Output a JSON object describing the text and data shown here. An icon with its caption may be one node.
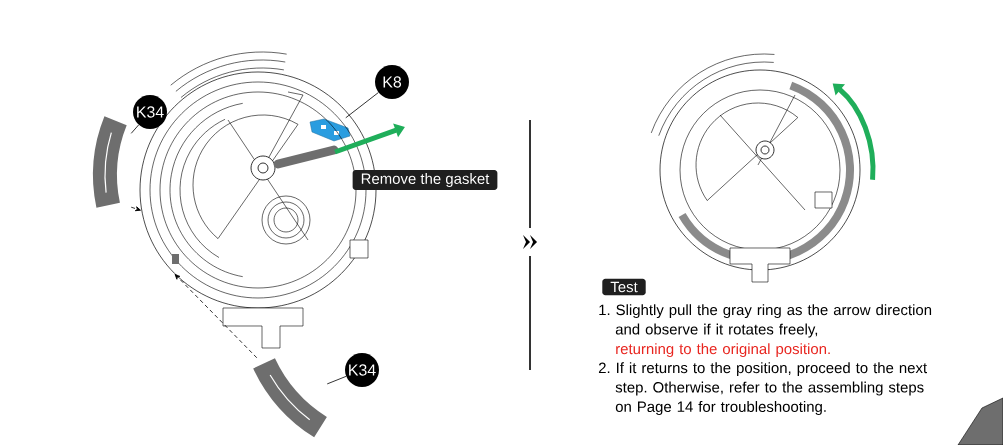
{
  "diagram": {
    "nodes": [
      {
        "text": [
          "K34"
        ]
      },
      {
        "text": [],
        "shape": "picture"
      },
      {
        "text": [
          "K8"
        ]
      },
      {
        "text": [],
        "shape": "picture",
        "in": 6
      },
      {
        "text": [
          "K34"
        ]
      },
      {
        "text": [],
        "shape": "picture"
      },
      {
        "text": [],
        "shape": "picture"
      },
      {
        "text": [
          "Remove the gasket"
        ]
      },
      {
        "text": [],
        "shape": "picture"
      },
      {
        "text": [
          "Test"
        ]
      }
    ],
    "edges": [
      {
        "from": 0,
        "to": 1,
        "arrow": "none"
      },
      {
        "from": 2,
        "to": 3,
        "arrow": "none"
      },
      {
        "from": 4,
        "to": 5,
        "arrow": "none"
      },
      {
        "from": 1,
        "to": 6,
        "arrow": "to",
        "style": "dashed"
      },
      {
        "from": 5,
        "to": 6,
        "arrow": "to",
        "style": "dashed"
      }
    ],
    "labels": [
      "1. Slightly pull the gray ring as the arrow direction and observe if it rotates freely,",
      "returning to the original position.",
      "2. If it returns to the position, proceed to the next step. Otherwise, refer to the assembling steps on Page 14 for troubleshooting."
    ]
  }
}
